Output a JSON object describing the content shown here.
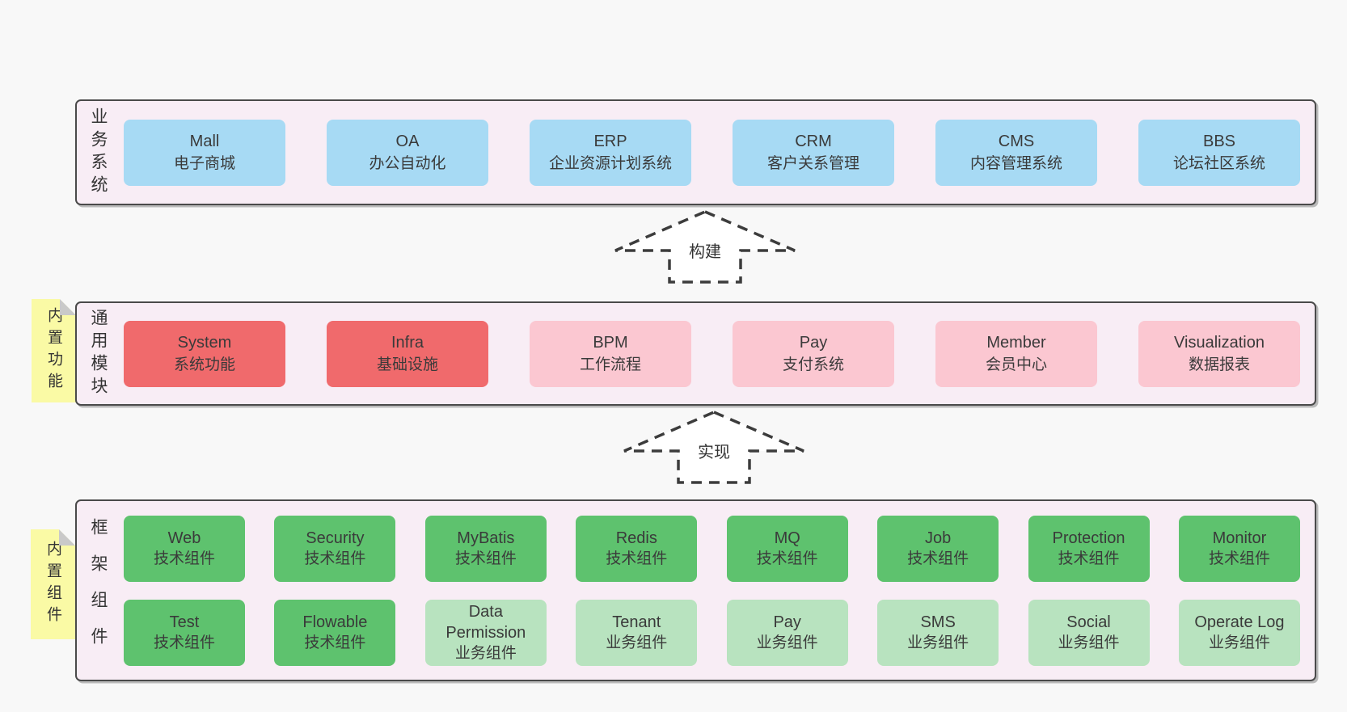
{
  "colors": {
    "page_bg": "#f8f8f8",
    "band_bg": "#f8edf5",
    "band_border": "#4a4a4a",
    "blue": "#a7daf4",
    "red": "#f06a6c",
    "pink": "#fbc7d1",
    "green": "#5ec26e",
    "green_light": "#b8e3bf",
    "sticky_yellow": "#fafaa5",
    "text": "#3d3d3d"
  },
  "bands": [
    {
      "label": "业务系统",
      "rows": [
        [
          {
            "name": "Mall",
            "subtitle": "电子商城",
            "variant": "blue"
          },
          {
            "name": "OA",
            "subtitle": "办公自动化",
            "variant": "blue"
          },
          {
            "name": "ERP",
            "subtitle": "企业资源计划系统",
            "variant": "blue"
          },
          {
            "name": "CRM",
            "subtitle": "客户关系管理",
            "variant": "blue"
          },
          {
            "name": "CMS",
            "subtitle": "内容管理系统",
            "variant": "blue"
          },
          {
            "name": "BBS",
            "subtitle": "论坛社区系统",
            "variant": "blue"
          }
        ]
      ]
    },
    {
      "label": "通用模块",
      "sticky": "内置功能",
      "rows": [
        [
          {
            "name": "System",
            "subtitle": "系统功能",
            "variant": "red"
          },
          {
            "name": "Infra",
            "subtitle": "基础设施",
            "variant": "red"
          },
          {
            "name": "BPM",
            "subtitle": "工作流程",
            "variant": "pink"
          },
          {
            "name": "Pay",
            "subtitle": "支付系统",
            "variant": "pink"
          },
          {
            "name": "Member",
            "subtitle": "会员中心",
            "variant": "pink"
          },
          {
            "name": "Visualization",
            "subtitle": "数据报表",
            "variant": "pink"
          }
        ]
      ]
    },
    {
      "label": "框架组件",
      "sticky": "内置组件",
      "rows": [
        [
          {
            "name": "Web",
            "subtitle": "技术组件",
            "variant": "green"
          },
          {
            "name": "Security",
            "subtitle": "技术组件",
            "variant": "green"
          },
          {
            "name": "MyBatis",
            "subtitle": "技术组件",
            "variant": "green"
          },
          {
            "name": "Redis",
            "subtitle": "技术组件",
            "variant": "green"
          },
          {
            "name": "MQ",
            "subtitle": "技术组件",
            "variant": "green"
          },
          {
            "name": "Job",
            "subtitle": "技术组件",
            "variant": "green"
          },
          {
            "name": "Protection",
            "subtitle": "技术组件",
            "variant": "green"
          },
          {
            "name": "Monitor",
            "subtitle": "技术组件",
            "variant": "green"
          }
        ],
        [
          {
            "name": "Test",
            "subtitle": "技术组件",
            "variant": "green"
          },
          {
            "name": "Flowable",
            "subtitle": "技术组件",
            "variant": "green"
          },
          {
            "name": "Data Permission",
            "subtitle": "业务组件",
            "variant": "green-light"
          },
          {
            "name": "Tenant",
            "subtitle": "业务组件",
            "variant": "green-light"
          },
          {
            "name": "Pay",
            "subtitle": "业务组件",
            "variant": "green-light"
          },
          {
            "name": "SMS",
            "subtitle": "业务组件",
            "variant": "green-light"
          },
          {
            "name": "Social",
            "subtitle": "业务组件",
            "variant": "green-light"
          },
          {
            "name": "Operate Log",
            "subtitle": "业务组件",
            "variant": "green-light"
          }
        ]
      ]
    }
  ],
  "arrows": [
    {
      "label": "构建"
    },
    {
      "label": "实现"
    }
  ]
}
